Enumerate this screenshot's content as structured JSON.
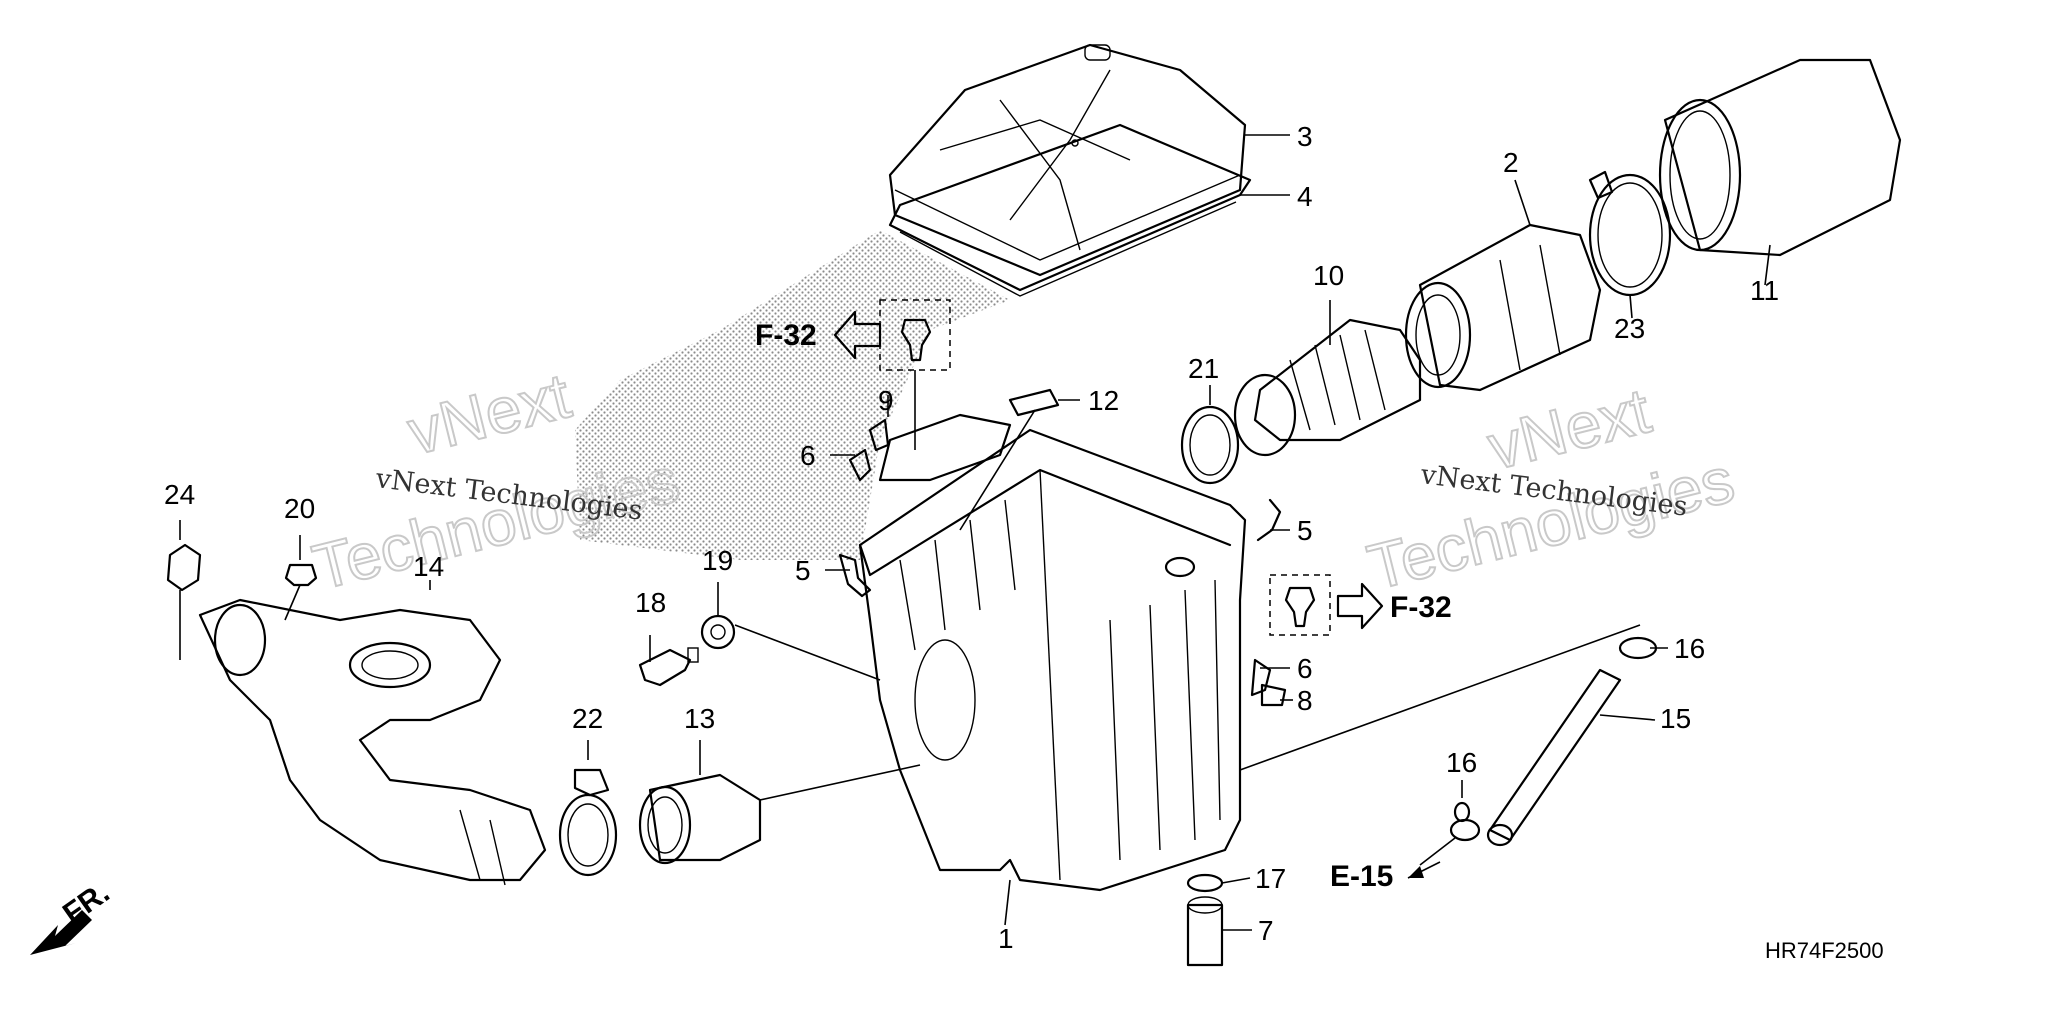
{
  "diagram": {
    "drawing_code": "HR74F2500",
    "direction_label": "FR.",
    "watermark": {
      "big_1": "vNext",
      "big_2": "Technologies",
      "small": "vNext Technologies"
    },
    "references": {
      "f32_top": "F-32",
      "f32_right": "F-32",
      "e15": "E-15"
    },
    "callouts": {
      "c1": "1",
      "c2": "2",
      "c3": "3",
      "c4": "4",
      "c5a": "5",
      "c5b": "5",
      "c6a": "6",
      "c6b": "6",
      "c7": "7",
      "c8": "8",
      "c9": "9",
      "c10": "10",
      "c11": "11",
      "c12": "12",
      "c13": "13",
      "c14": "14",
      "c15": "15",
      "c16a": "16",
      "c16b": "16",
      "c17": "17",
      "c18": "18",
      "c19": "19",
      "c20": "20",
      "c21": "21",
      "c22": "22",
      "c23": "23",
      "c24": "24"
    }
  }
}
